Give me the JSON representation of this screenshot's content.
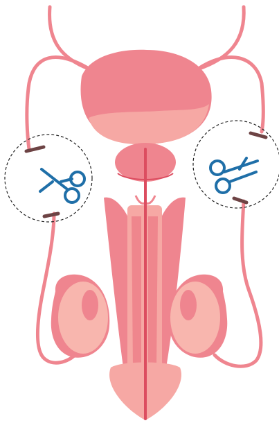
{
  "diagram": {
    "subject": "vasectomy-procedure",
    "has_text_labels": false,
    "palette": {
      "organ_pink": "#ef858f",
      "organ_light": "#f6a8a4",
      "tissue_pale": "#f8b6ae",
      "inner_rose": "#e9697a",
      "vessel_red": "#e66a76",
      "urethra_red": "#dc4d60",
      "scissors_blue": "#1f6fa8",
      "clamp_brown": "#6d4344",
      "guide_circle": "#222222"
    },
    "icons": {
      "left_cut": "scissors-icon",
      "right_cut": "scissors-icon"
    },
    "annotations": {
      "cut_sites": 2,
      "clamps_per_site": 2
    }
  }
}
